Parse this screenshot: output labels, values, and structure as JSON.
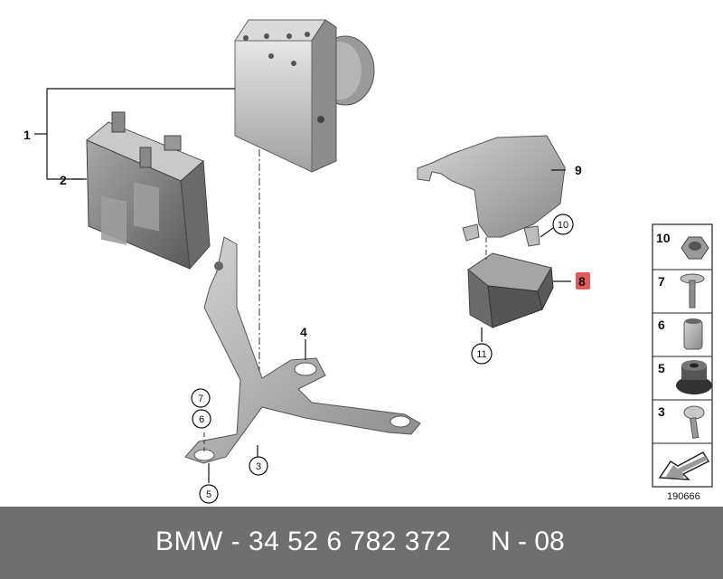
{
  "labels": {
    "l1": "1",
    "l2": "2",
    "l3": "3",
    "l4": "4",
    "l5": "5",
    "l6": "6",
    "l7": "7",
    "l8": "8",
    "l9": "9",
    "l10": "10",
    "l11": "11"
  },
  "legend": {
    "items": [
      {
        "num": "10",
        "part": "nut"
      },
      {
        "num": "7",
        "part": "bolt"
      },
      {
        "num": "6",
        "part": "bushing"
      },
      {
        "num": "5",
        "part": "grommet"
      },
      {
        "num": "3",
        "part": "screw"
      }
    ],
    "arrow_icon": "pointer-arrow-icon"
  },
  "diagram_number": "190666",
  "highlight_color": "#e35a5a",
  "footer": {
    "part_text": "BMW - 34 52 6 782 372",
    "code_text": "N - 08"
  }
}
